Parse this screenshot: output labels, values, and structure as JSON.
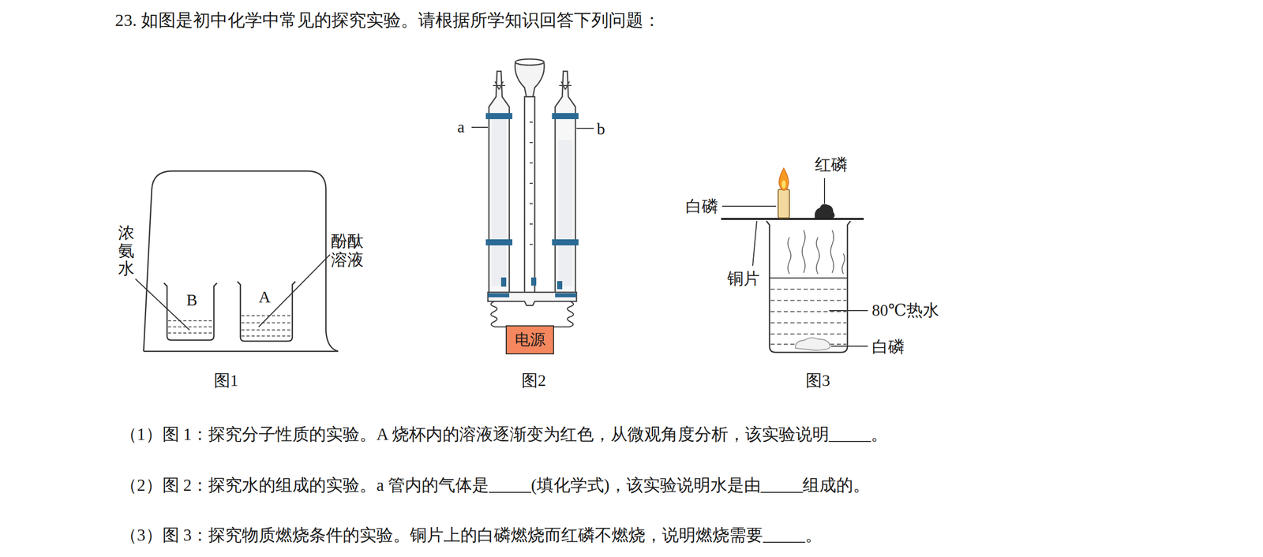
{
  "diagram": {
    "title": "23. 如图是初中化学中常见的探究实验。请根据所学知识回答下列问题：",
    "nodes": [
      {
        "text": [
          "电源"
        ]
      }
    ],
    "labels": [
      "浓氨水",
      "酚酞溶液",
      "B",
      "A",
      "a",
      "b",
      "红磷",
      "白磷",
      "铜片",
      "80℃热水",
      "白磷",
      "图1",
      "图2",
      "图3",
      "（1）图 1：探究分子性质的实验。A 烧杯内的溶液逐渐变为红色，从微观角度分析，该实验说明_____。",
      "（2）图 2：探究水的组成的实验。a 管内的气体是_____(填化学式)，该实验说明水是由_____组成的。",
      "（3）图 3：探究物质燃烧条件的实验。铜片上的白磷燃烧而红磷不燃烧，说明燃烧需要_____。"
    ]
  }
}
